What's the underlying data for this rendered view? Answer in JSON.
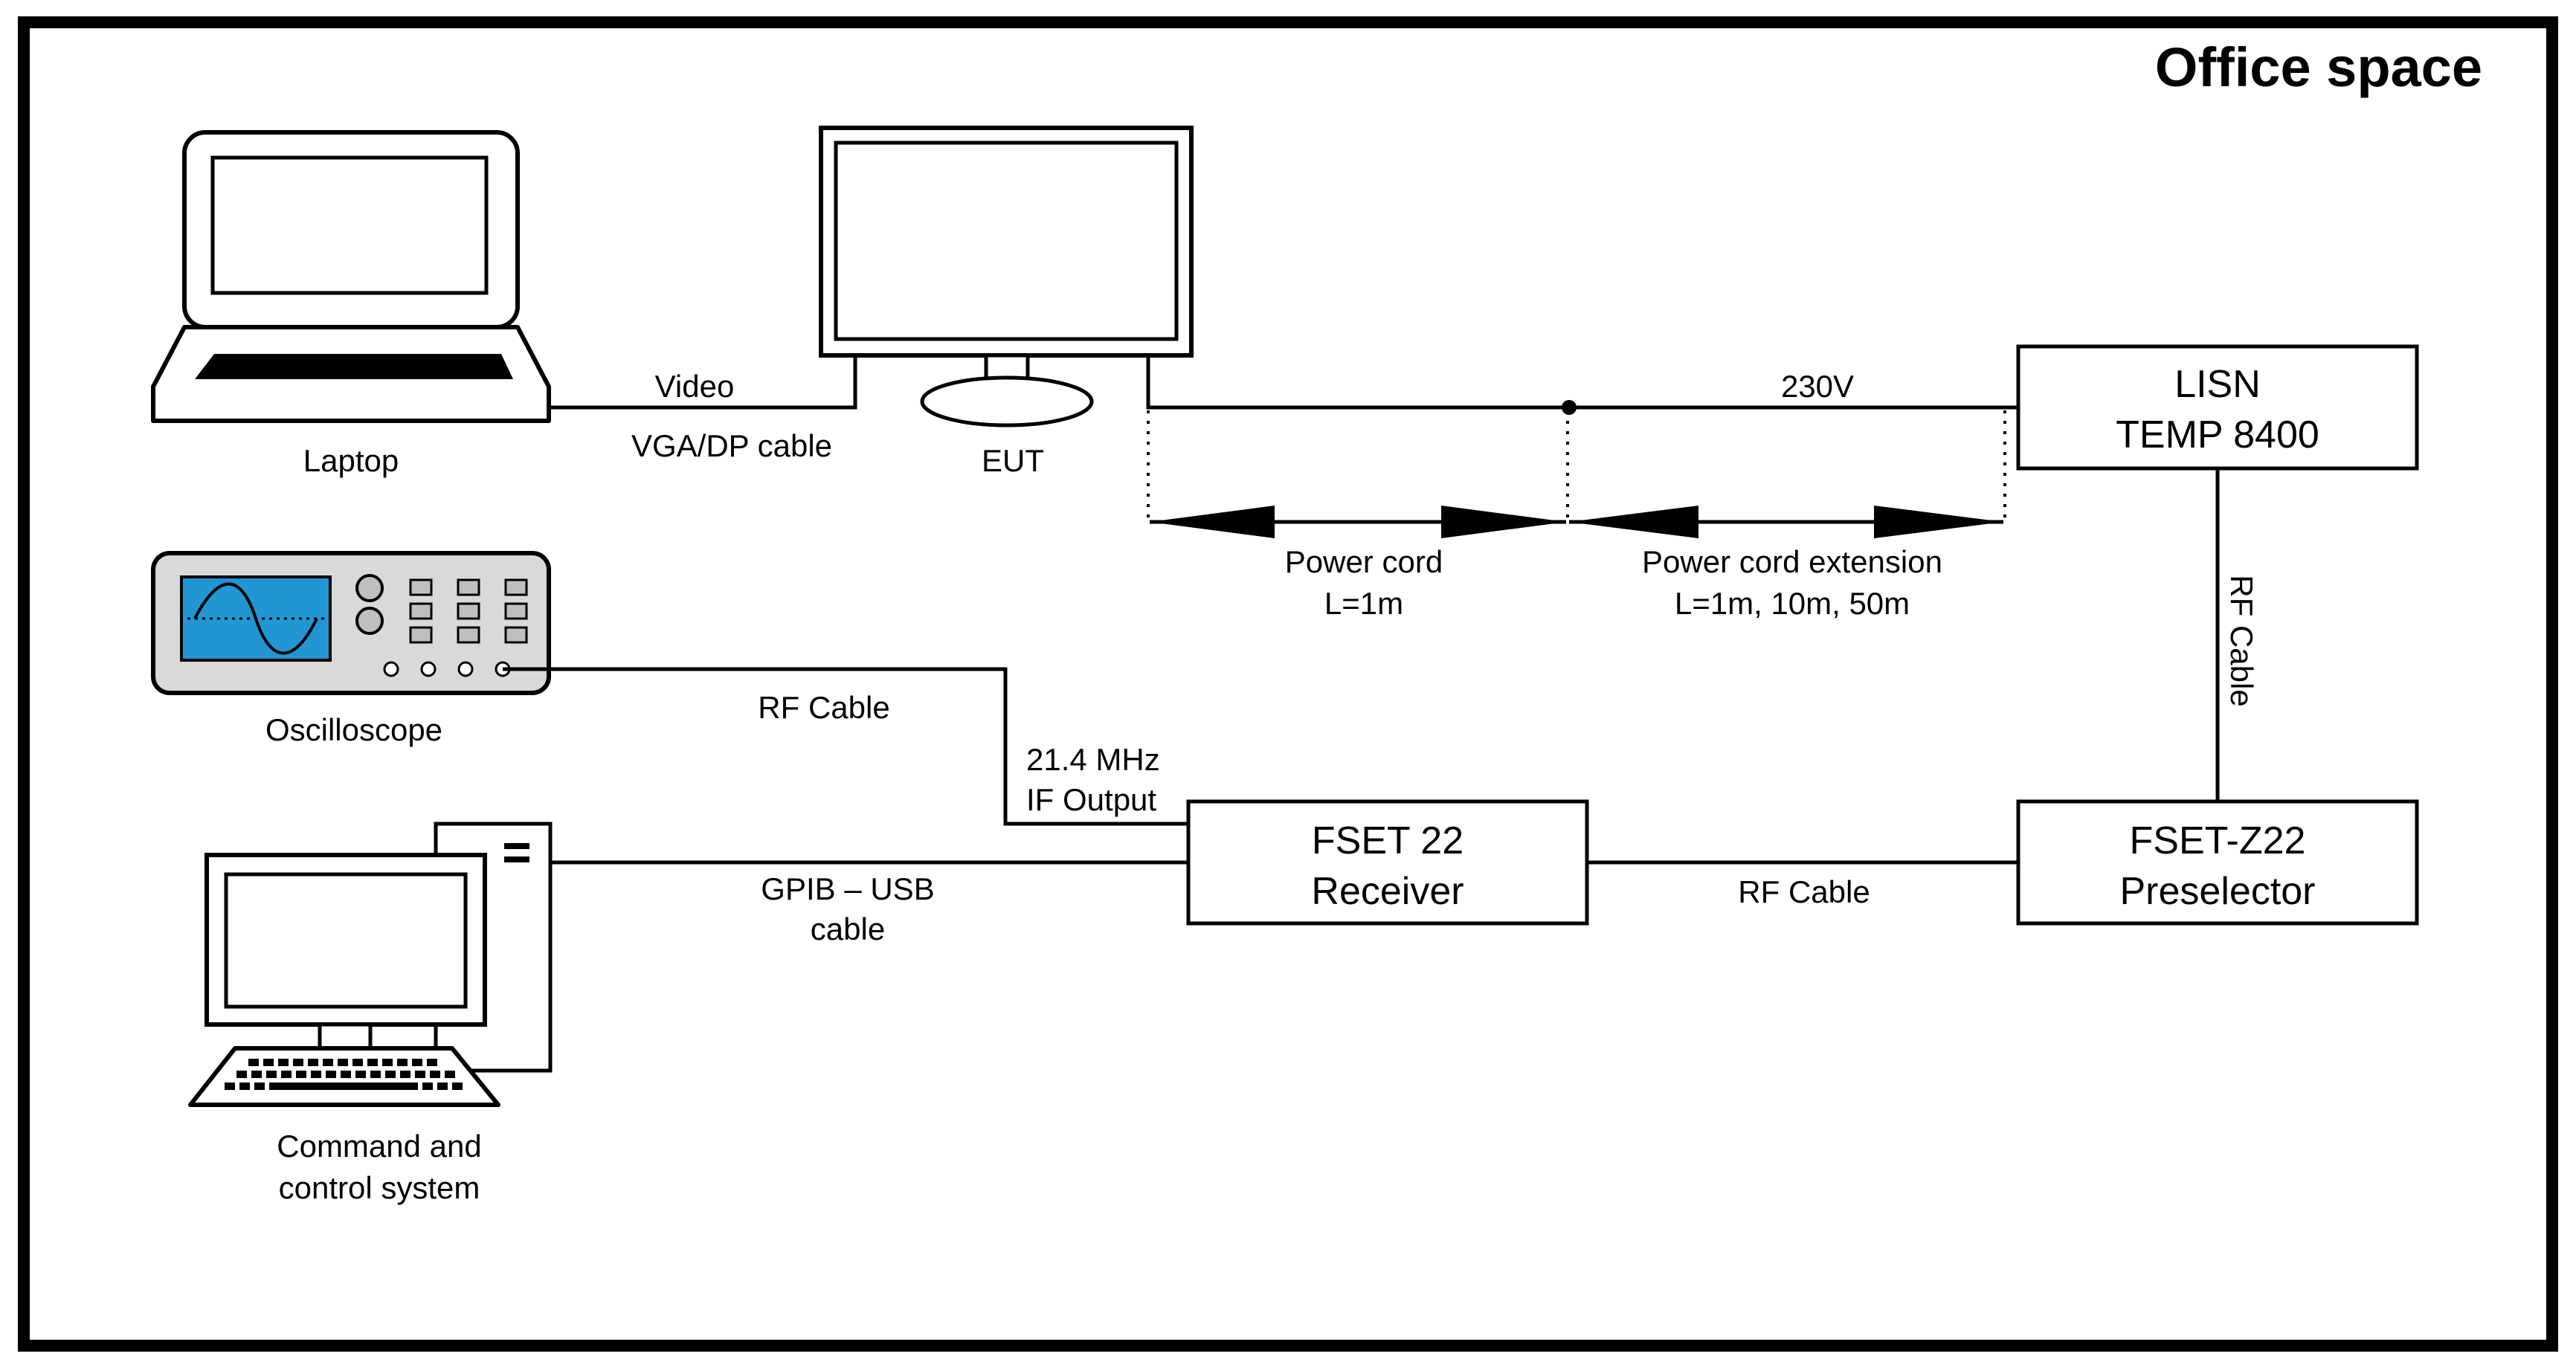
{
  "title": "Office space",
  "devices": {
    "laptop": "Laptop",
    "eut": "EUT",
    "oscilloscope": "Oscilloscope",
    "command_line1": "Command and",
    "command_line2": "control system"
  },
  "boxes": {
    "lisn_line1": "LISN",
    "lisn_line2": "TEMP 8400",
    "receiver_line1": "FSET 22",
    "receiver_line2": "Receiver",
    "preselector_line1": "FSET-Z22",
    "preselector_line2": "Preselector"
  },
  "connections": {
    "video": "Video",
    "vga_cable": "VGA/DP cable",
    "voltage": "230V",
    "power_cord": "Power cord",
    "power_cord_length": "L=1m",
    "power_ext": "Power cord extension",
    "power_ext_lengths": "L=1m, 10m, 50m",
    "rf_cable_vertical": "RF Cable",
    "rf_cable_osc": "RF Cable",
    "if_freq": "21.4 MHz",
    "if_output": "IF Output",
    "gpib_line1": "GPIB – USB",
    "gpib_line2": "cable",
    "rf_cable_bottom": "RF Cable"
  },
  "colors": {
    "screen_fill": "#2196d3",
    "scope_body": "#d9d9d9",
    "frame": "#000000"
  }
}
